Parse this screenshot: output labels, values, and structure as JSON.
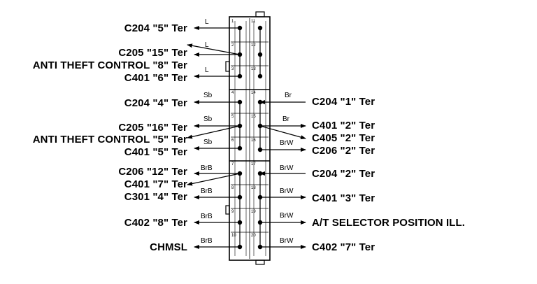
{
  "left_labels": [
    "C204 \"5\" Ter",
    "C205 \"15\" Ter",
    "ANTI THEFT CONTROL \"8\" Ter",
    "C401 \"6\" Ter",
    "C204 \"4\" Ter",
    "C205 \"16\" Ter",
    "ANTI THEFT CONTROL \"5\" Ter",
    "C401 \"5\" Ter",
    "C206 \"12\" Ter",
    "C401 \"7\" Ter",
    "C301 \"4\" Ter",
    "C402 \"8\" Ter",
    "CHMSL"
  ],
  "right_labels": [
    "C204 \"1\" Ter",
    "C401 \"2\" Ter",
    "C405 \"2\" Ter",
    "C206 \"2\" Ter",
    "C204 \"2\" Ter",
    "C401 \"3\" Ter",
    "A/T SELECTOR POSITION ILL.",
    "C402 \"7\" Ter"
  ],
  "wire_colors": {
    "left": [
      "L",
      "L",
      "L",
      "Sb",
      "Sb",
      "Sb",
      "BrB",
      "BrB",
      "BrB",
      "BrB"
    ],
    "right": [
      "Br",
      "Br",
      "BrW",
      "BrW",
      "BrW",
      "BrW",
      "BrW"
    ]
  },
  "pins": {
    "left": [
      "1",
      "2",
      "3",
      "4",
      "5",
      "6",
      "7",
      "8",
      "9",
      "10"
    ],
    "right": [
      "11",
      "12",
      "13",
      "14",
      "15",
      "16",
      "17",
      "18",
      "19",
      "20"
    ]
  }
}
